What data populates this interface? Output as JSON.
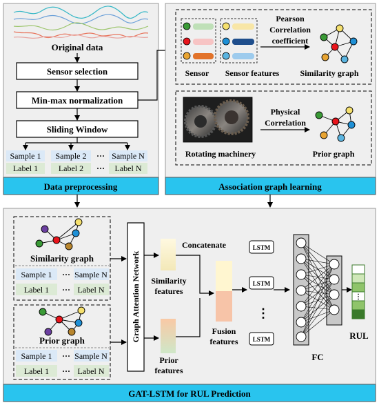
{
  "preprocessing": {
    "original_data": "Original data",
    "sensor_selection": "Sensor selection",
    "normalization": "Min-max normalization",
    "sliding_window": "Sliding Window",
    "samples": [
      "Sample 1",
      "Sample 2",
      "Sample N"
    ],
    "labels": [
      "Label 1",
      "Label 2",
      "Label N"
    ],
    "ellipsis": "···",
    "title": "Data preprocessing"
  },
  "association": {
    "pearson": [
      "Pearson",
      "Correlation",
      "coefficient"
    ],
    "sensor": "Sensor",
    "sensor_features": "Sensor features",
    "similarity_graph": "Similarity graph",
    "physical": [
      "Physical",
      "Correlation"
    ],
    "rotating_machinery": "Rotating machinery",
    "prior_graph": "Prior graph",
    "title": "Association graph learning"
  },
  "gat_lstm": {
    "similarity_graph": "Similarity graph",
    "prior_graph": "Prior graph",
    "sample_1": "Sample 1",
    "sample_n": "Sample N",
    "label_1": "Label 1",
    "label_n": "Label N",
    "ellipsis": "···",
    "gat": "Graph Attention Network",
    "concatenate": "Concatenate",
    "similarity_features": [
      "Similarity",
      "features"
    ],
    "prior_features": [
      "Prior",
      "features"
    ],
    "fusion_features": [
      "Fusion",
      "features"
    ],
    "lstm": "LSTM",
    "vdots": "⋮",
    "fc": "FC",
    "rul": "RUL",
    "title": "GAT-LSTM for RUL Prediction"
  },
  "colors": {
    "panel_bg": "#efefef",
    "title_bar": "#29c4ee",
    "sample_box": "#dbe9f7",
    "label_box": "#dcead5",
    "node_red": "#e8141b",
    "node_green": "#3a9a36",
    "node_blue": "#1f90d6",
    "node_yellow": "#f5e06e",
    "node_orange": "#e8a432",
    "node_purple": "#6b3fa0",
    "node_brown": "#b8862e"
  }
}
